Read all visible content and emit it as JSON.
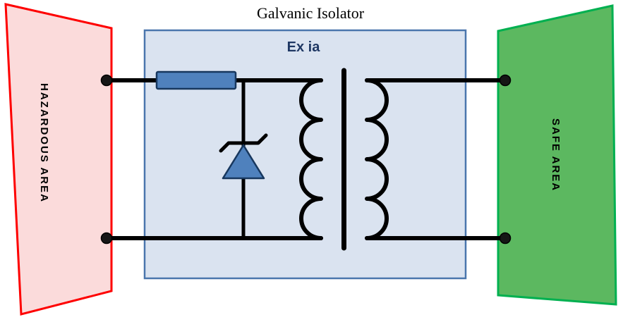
{
  "diagram": {
    "title": "Galvanic Isolator",
    "protection_label": "Ex ia",
    "hazardous_label": "HAZARDOUS AREA",
    "safe_label": "SAFE AREA"
  },
  "colors": {
    "hazardous_fill": "#fbdbdb",
    "hazardous_border": "#fe0000",
    "safe_fill": "#5cb860",
    "safe_border": "#00b050",
    "isolator_fill": "#dae3f0",
    "isolator_border": "#4a76ad",
    "component_fill": "#4f81bd",
    "component_stroke": "#17375e",
    "wire": "#000000",
    "terminal": "#161616",
    "protection_text": "#1f3864"
  }
}
